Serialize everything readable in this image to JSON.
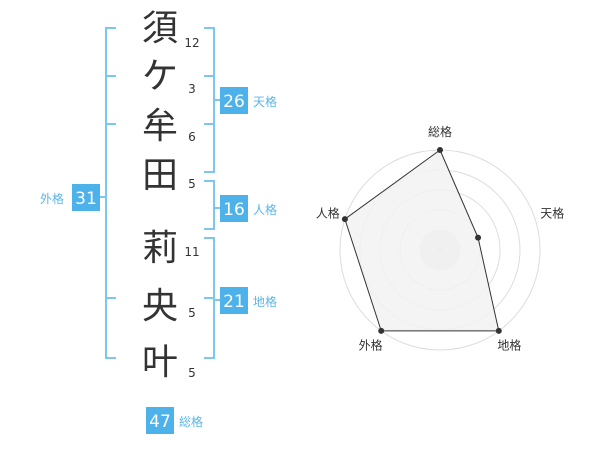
{
  "name": {
    "characters": [
      "須",
      "ケ",
      "牟",
      "田",
      "莉",
      "央",
      "叶"
    ],
    "strokes": [
      "12",
      "3",
      "6",
      "5",
      "11",
      "5",
      "5"
    ],
    "surname_count": 4
  },
  "kakusu": {
    "tenkaku": {
      "value": "26",
      "label": "天格"
    },
    "jinkaku": {
      "value": "16",
      "label": "人格"
    },
    "chikaku": {
      "value": "21",
      "label": "地格"
    },
    "gaikaku": {
      "value": "31",
      "label": "外格"
    },
    "soukaku": {
      "value": "47",
      "label": "総格"
    }
  },
  "colors": {
    "accent": "#5bb6e8",
    "box": "#4db1ea",
    "bracket": "#7cc6f0",
    "text": "#333333",
    "radar_fill": "#f2f2f2",
    "radar_ring": "#dddddd",
    "radar_line": "#333333"
  },
  "chart_data": {
    "type": "radar",
    "axes": [
      "総格",
      "天格",
      "地格",
      "外格",
      "人格"
    ],
    "values": [
      5,
      2,
      5,
      5,
      5
    ],
    "max": 5,
    "rings": 5
  }
}
